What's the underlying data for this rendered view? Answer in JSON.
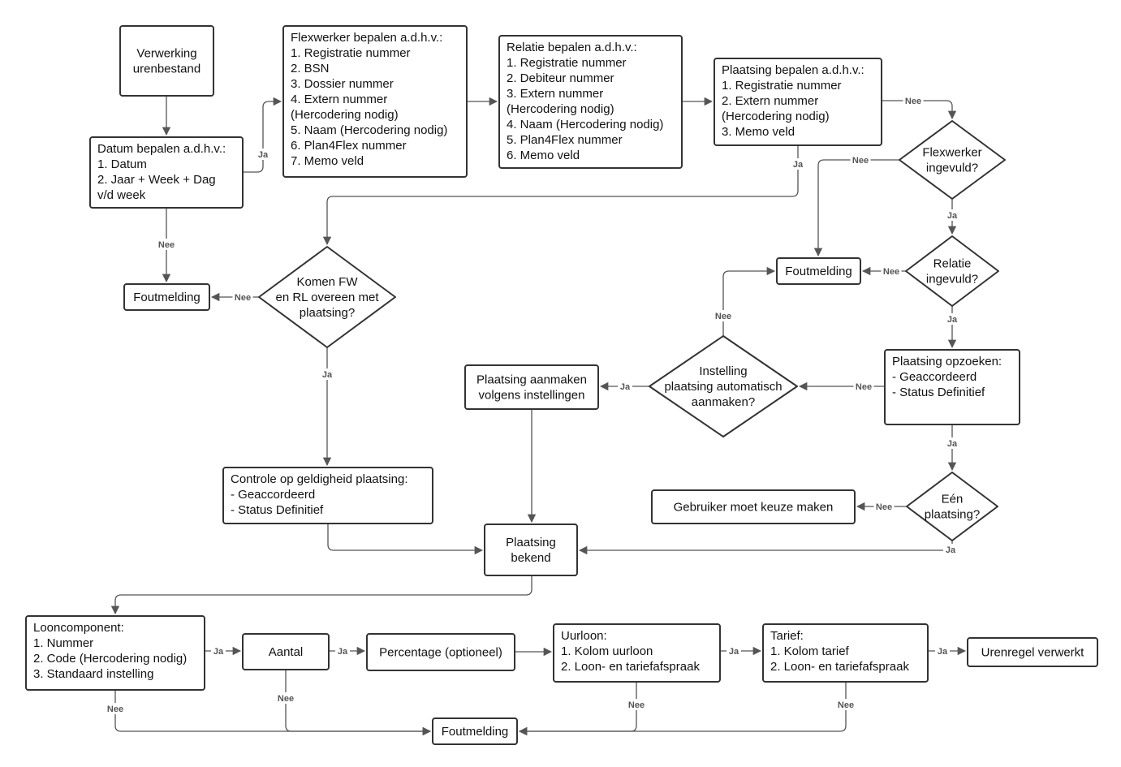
{
  "nodes": {
    "start": {
      "lines": [
        "Verwerking",
        "urenbestand"
      ]
    },
    "datum": {
      "lines": [
        "Datum bepalen a.d.h.v.:",
        "1. Datum",
        "2. Jaar + Week + Dag",
        "v/d week"
      ]
    },
    "flexwerker": {
      "lines": [
        "Flexwerker bepalen a.d.h.v.:",
        "1. Registratie nummer",
        "2. BSN",
        "3. Dossier nummer",
        "4. Extern nummer",
        "(Hercodering nodig)",
        "5. Naam (Hercodering nodig)",
        "6. Plan4Flex nummer",
        "7. Memo veld"
      ]
    },
    "relatie": {
      "lines": [
        "Relatie bepalen a.d.h.v.:",
        "1. Registratie nummer",
        "2. Debiteur nummer",
        "3. Extern nummer",
        "(Hercodering nodig)",
        "4. Naam (Hercodering nodig)",
        "5. Plan4Flex nummer",
        "6. Memo veld"
      ]
    },
    "plaatsing": {
      "lines": [
        "Plaatsing bepalen a.d.h.v.:",
        "1. Registratie nummer",
        "2. Extern nummer",
        "(Hercodering nodig)",
        "3. Memo veld"
      ]
    },
    "fout1": {
      "lines": [
        "Foutmelding"
      ]
    },
    "komen": {
      "lines": [
        "Komen FW",
        "en RL overeen met",
        "plaatsing?"
      ]
    },
    "flexingevuld": {
      "lines": [
        "Flexwerker",
        "ingevuld?"
      ]
    },
    "relingevuld": {
      "lines": [
        "Relatie",
        "ingevuld?"
      ]
    },
    "fout2": {
      "lines": [
        "Foutmelding"
      ]
    },
    "opzoeken": {
      "lines": [
        "Plaatsing opzoeken:",
        "- Geaccordeerd",
        "- Status Definitief"
      ]
    },
    "instelling": {
      "lines": [
        "Instelling",
        "plaatsing automatisch",
        "aanmaken?"
      ]
    },
    "aanmaken": {
      "lines": [
        "Plaatsing aanmaken",
        "volgens instellingen"
      ]
    },
    "controle": {
      "lines": [
        "Controle op geldigheid plaatsing:",
        "- Geaccordeerd",
        "- Status Definitief"
      ]
    },
    "een": {
      "lines": [
        "Eén",
        "plaatsing?"
      ]
    },
    "gebruiker": {
      "lines": [
        "Gebruiker moet keuze maken"
      ]
    },
    "bekend": {
      "lines": [
        "Plaatsing",
        "bekend"
      ]
    },
    "looncomp": {
      "lines": [
        "Looncomponent:",
        "1. Nummer",
        "2. Code (Hercodering nodig)",
        "3. Standaard instelling"
      ]
    },
    "aantal": {
      "lines": [
        "Aantal"
      ]
    },
    "percentage": {
      "lines": [
        "Percentage (optioneel)"
      ]
    },
    "uurloon": {
      "lines": [
        "Uurloon:",
        "1. Kolom uurloon",
        "2. Loon- en tariefafspraak"
      ]
    },
    "tarief": {
      "lines": [
        "Tarief:",
        "1. Kolom tarief",
        "2. Loon- en tariefafspraak"
      ]
    },
    "verwerkt": {
      "lines": [
        "Urenregel verwerkt"
      ]
    },
    "fout3": {
      "lines": [
        "Foutmelding"
      ]
    }
  },
  "edge_labels": {
    "datum_flex": "Ja",
    "datum_fout": "Nee",
    "plaatsing_nee": "Nee",
    "plaatsing_ja": "Ja",
    "komen_nee": "Nee",
    "komen_ja": "Ja",
    "flex_nee": "Nee",
    "flex_ja": "Ja",
    "rel_nee": "Nee",
    "rel_ja": "Ja",
    "opzoeken_nee": "Nee",
    "opzoeken_ja": "Ja",
    "instelling_ja": "Ja",
    "instelling_nee": "Nee",
    "een_nee": "Nee",
    "een_ja": "Ja",
    "loon_ja": "Ja",
    "loon_nee": "Nee",
    "aantal_ja": "Ja",
    "aantal_nee": "Nee",
    "uurloon_ja": "Ja",
    "uurloon_nee": "Nee",
    "tarief_ja": "Ja",
    "tarief_nee": "Nee"
  },
  "colors": {
    "stroke": "#333333",
    "edge": "#555555",
    "label": "#555555",
    "fill": "#ffffff"
  }
}
